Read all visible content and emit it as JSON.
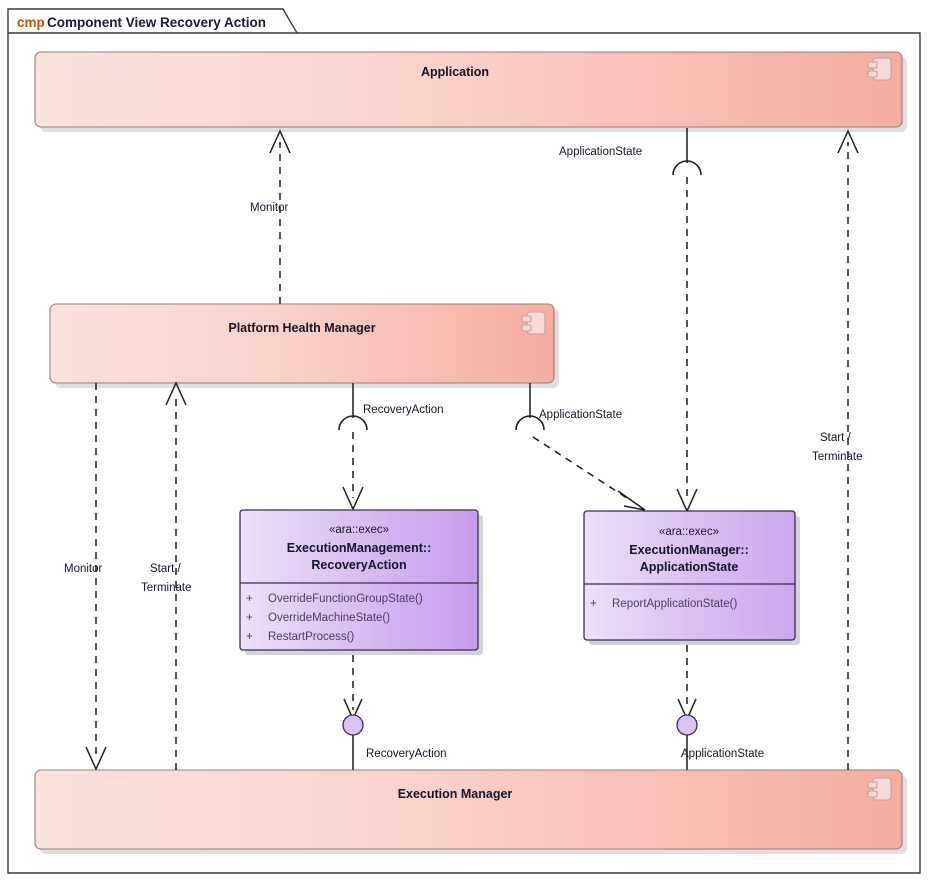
{
  "frame": {
    "kind": "cmp",
    "name": "Component View Recovery Action",
    "title_full": "cmp Component View Recovery Action"
  },
  "components": [
    {
      "id": "application",
      "label": "Application",
      "icon": "component-icon"
    },
    {
      "id": "platform-health-manager",
      "label": "Platform Health Manager",
      "icon": "component-icon"
    },
    {
      "id": "execution-manager",
      "label": "Execution Manager",
      "icon": "component-icon"
    }
  ],
  "classes": [
    {
      "id": "recovery-action",
      "stereotype": "«ara::exec»",
      "name_line1": "ExecutionManagement::",
      "name_line2": "RecoveryAction",
      "operations": [
        {
          "visibility": "+",
          "signature": "OverrideFunctionGroupState()"
        },
        {
          "visibility": "+",
          "signature": "OverrideMachineState()"
        },
        {
          "visibility": "+",
          "signature": "RestartProcess()"
        }
      ]
    },
    {
      "id": "application-state",
      "stereotype": "«ara::exec»",
      "name_line1": "ExecutionManager::",
      "name_line2": "ApplicationState",
      "operations": [
        {
          "visibility": "+",
          "signature": "ReportApplicationState()"
        }
      ]
    }
  ],
  "edge_labels": {
    "monitor_top": "Monitor",
    "application_state_top": "ApplicationState",
    "recovery_action_phm": "RecoveryAction",
    "application_state_phm": "ApplicationState",
    "monitor_left": "Monitor",
    "start_terminate_left_1": "Start /",
    "start_terminate_left_2": "Terminate",
    "start_terminate_right_1": "Start /",
    "start_terminate_right_2": "Terminate",
    "recovery_action_em": "RecoveryAction",
    "application_state_em": "ApplicationState"
  },
  "colors": {
    "component_fill_left": "#fae0db",
    "component_fill_right": "#f6b0a4",
    "component_stroke": "#9c7a77",
    "class_fill_left": "#ece0f8",
    "class_fill_right": "#c59ceb",
    "class_stroke": "#3c2d4d",
    "ball_fill": "#dcc2f2",
    "title_kind_color": "#b8560f",
    "title_name_color": "#1a1a33",
    "connector_color": "#1c1c1c",
    "frame_border": "#3a3a3a"
  }
}
